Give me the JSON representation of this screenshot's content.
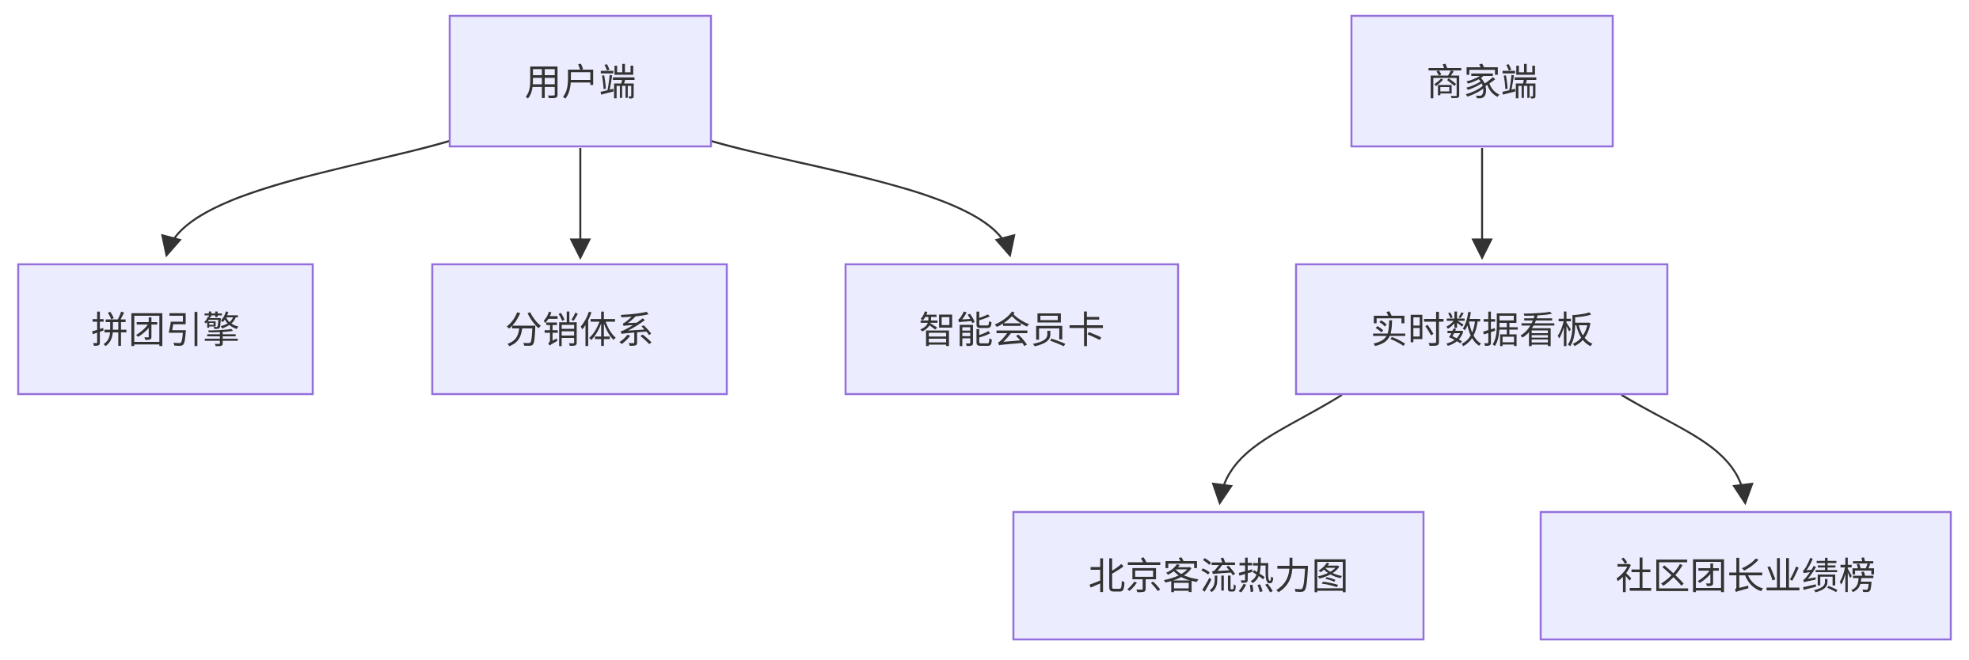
{
  "diagram": {
    "type": "flowchart",
    "direction": "top-down",
    "nodes": [
      {
        "id": "user-side",
        "label": "用户端"
      },
      {
        "id": "merchant-side",
        "label": "商家端"
      },
      {
        "id": "group-buy-engine",
        "label": "拼团引擎"
      },
      {
        "id": "distribution",
        "label": "分销体系"
      },
      {
        "id": "smart-member-card",
        "label": "智能会员卡"
      },
      {
        "id": "realtime-dashboard",
        "label": "实时数据看板"
      },
      {
        "id": "beijing-heatmap",
        "label": "北京客流热力图"
      },
      {
        "id": "leader-ranking",
        "label": "社区团长业绩榜"
      }
    ],
    "edges": [
      {
        "from": "用户端",
        "to": "拼团引擎"
      },
      {
        "from": "用户端",
        "to": "分销体系"
      },
      {
        "from": "用户端",
        "to": "智能会员卡"
      },
      {
        "from": "商家端",
        "to": "实时数据看板"
      },
      {
        "from": "实时数据看板",
        "to": "北京客流热力图"
      },
      {
        "from": "实时数据看板",
        "to": "社区团长业绩榜"
      }
    ]
  },
  "colors": {
    "background": "#FFFFFF",
    "node_fill": "#ECECFF",
    "node_border": "#9370DB",
    "edge_color": "#333333",
    "text_color": "#333333"
  }
}
